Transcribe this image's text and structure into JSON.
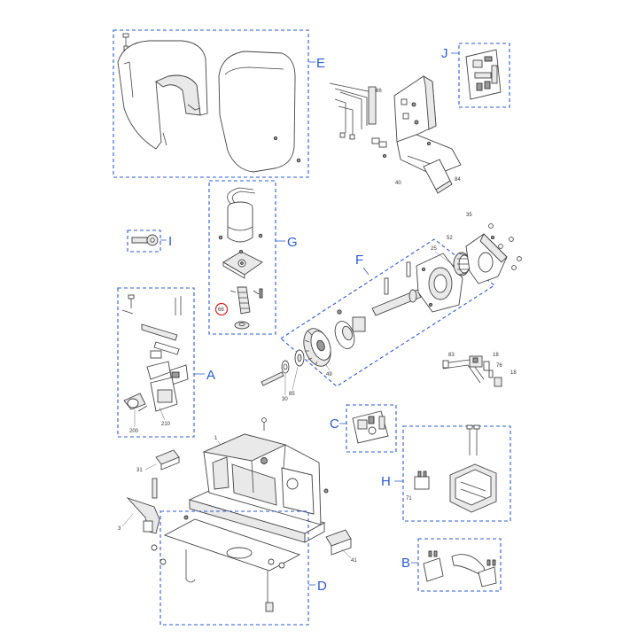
{
  "groups": [
    {
      "id": "A",
      "label": "A"
    },
    {
      "id": "B",
      "label": "B"
    },
    {
      "id": "C",
      "label": "C"
    },
    {
      "id": "D",
      "label": "D"
    },
    {
      "id": "E",
      "label": "E"
    },
    {
      "id": "F",
      "label": "F"
    },
    {
      "id": "G",
      "label": "G"
    },
    {
      "id": "H",
      "label": "H"
    },
    {
      "id": "I",
      "label": "I"
    },
    {
      "id": "J",
      "label": "J"
    }
  ],
  "part_numbers": {
    "p1": "1",
    "p3": "3",
    "p18a": "18",
    "p18b": "18",
    "p25": "25",
    "p30": "30",
    "p31": "31",
    "p35": "35",
    "p40": "40",
    "p41": "41",
    "p49": "49",
    "p52": "52",
    "p66": "66",
    "p68": "68",
    "p71": "71",
    "p76": "76",
    "p83": "83",
    "p84": "84",
    "p85": "85",
    "p200": "200",
    "p210": "210"
  },
  "highlight": {
    "part": "68",
    "color": "#d62020"
  },
  "colors": {
    "group_box": "#2a5bd7",
    "line_art": "#444444",
    "background": "#ffffff"
  }
}
